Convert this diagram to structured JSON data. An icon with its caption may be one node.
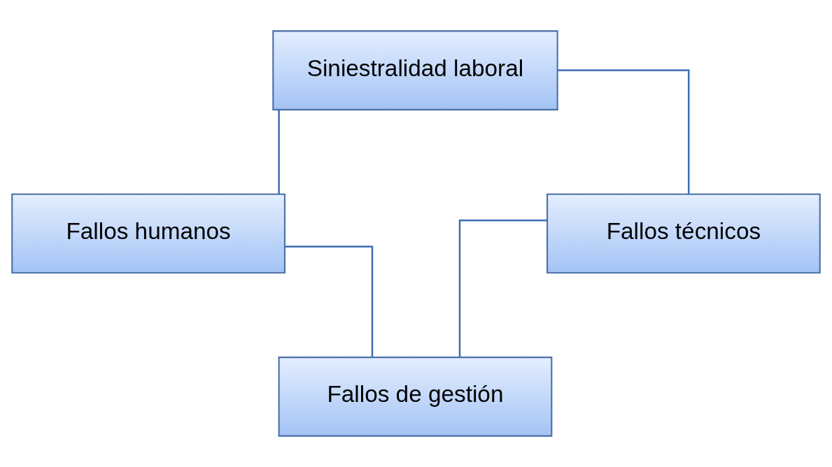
{
  "diagram": {
    "nodes": [
      {
        "text": [
          "Siniestralidad laboral"
        ]
      },
      {
        "text": [
          "Fallos humanos"
        ]
      },
      {
        "text": [
          "Fallos técnicos"
        ]
      },
      {
        "text": [
          "Fallos de gestión"
        ]
      }
    ],
    "edges": [
      {
        "from": 0,
        "to": 1,
        "arrow": "none"
      },
      {
        "from": 0,
        "to": 2,
        "arrow": "none"
      },
      {
        "from": 1,
        "to": 3,
        "arrow": "none"
      },
      {
        "from": 2,
        "to": 3,
        "arrow": "none"
      }
    ]
  }
}
